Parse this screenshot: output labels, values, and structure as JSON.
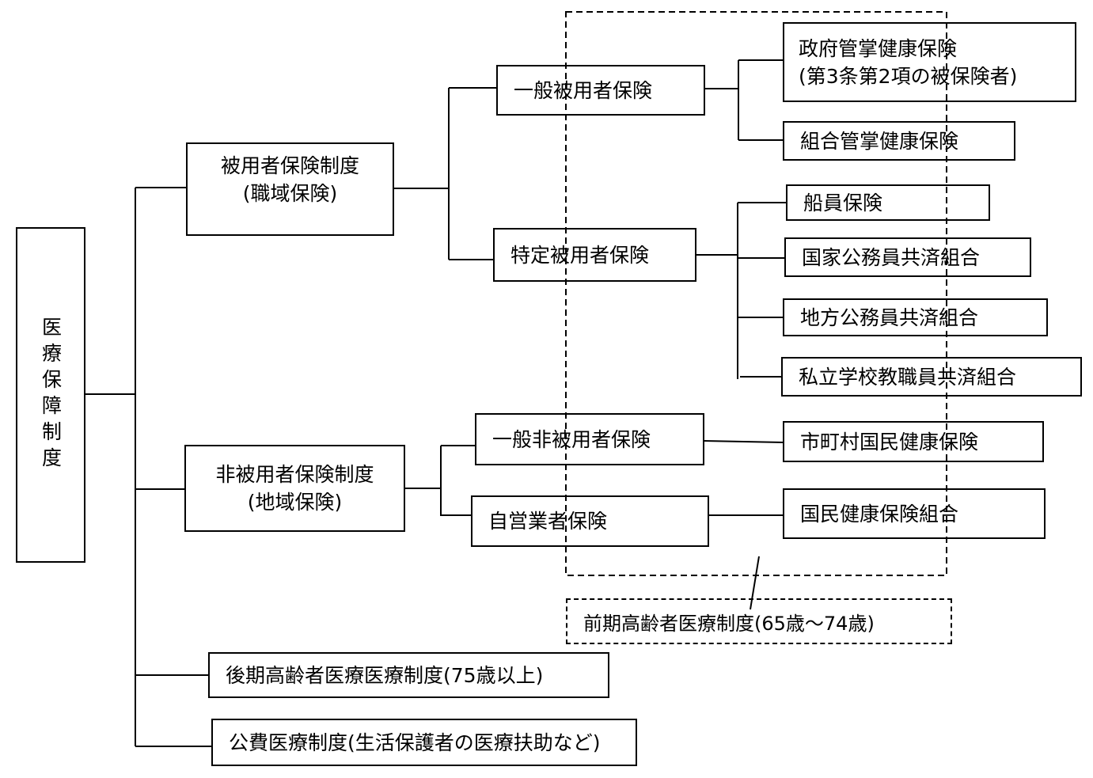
{
  "root": {
    "label": "医療保障制度"
  },
  "level1": {
    "employee": {
      "line1": "被用者保険制度",
      "line2": "(職域保険)"
    },
    "non_employee": {
      "line1": "非被用者保険制度",
      "line2": "(地域保険)"
    },
    "late_elderly": {
      "label": "後期高齢者医療医療制度(75歳以上)"
    },
    "public_expense": {
      "label": "公費医療制度(生活保護者の医療扶助など)"
    }
  },
  "level2": {
    "general_employee": {
      "label": "一般被用者保険"
    },
    "specific_employee": {
      "label": "特定被用者保険"
    },
    "general_non_employee": {
      "label": "一般非被用者保険"
    },
    "self_employed": {
      "label": "自営業者保険"
    }
  },
  "level3": {
    "gov_managed": {
      "line1": "政府管掌健康保険",
      "line2": "(第3条第2項の被保険者)"
    },
    "union_managed": {
      "label": "組合管掌健康保険"
    },
    "seamen": {
      "label": "船員保険"
    },
    "national_civil": {
      "label": "国家公務員共済組合"
    },
    "local_civil": {
      "label": "地方公務員共済組合"
    },
    "private_school": {
      "label": "私立学校教職員共済組合"
    },
    "municipal_nhi": {
      "label": "市町村国民健康保険"
    },
    "nhi_union": {
      "label": "国民健康保険組合"
    }
  },
  "early_elderly": {
    "label": "前期高齢者医療制度(65歳～74歳)"
  }
}
